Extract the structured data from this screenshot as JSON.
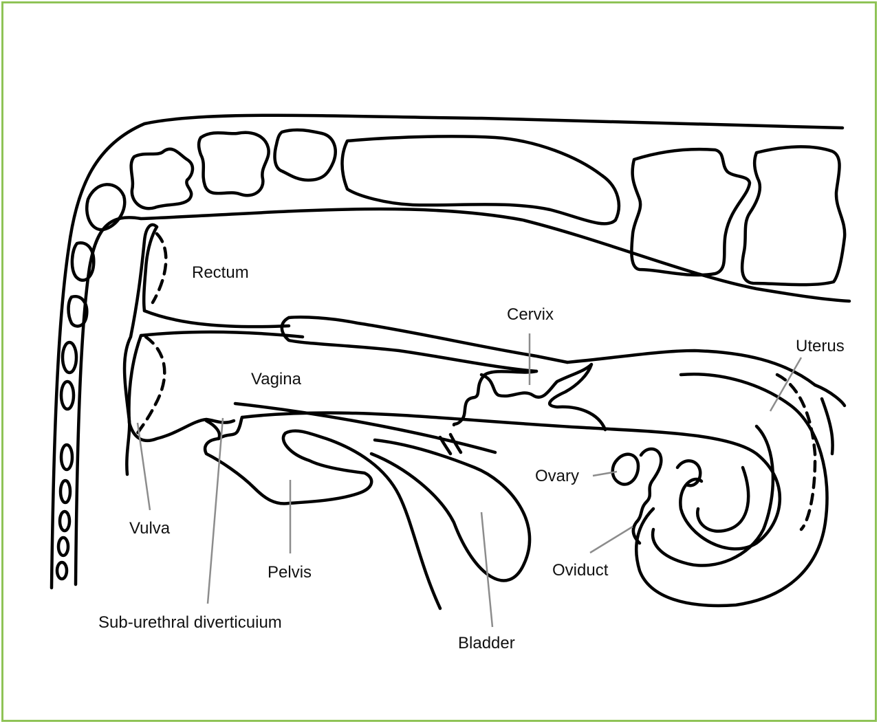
{
  "diagram": {
    "frame_color": "#8fc356",
    "labels": {
      "rectum": "Rectum",
      "cervix": "Cervix",
      "uterus": "Uterus",
      "vagina": "Vagina",
      "ovary": "Ovary",
      "vulva": "Vulva",
      "oviduct": "Oviduct",
      "pelvis": "Pelvis",
      "sub_urethral": "Sub-urethral diverticuium",
      "bladder": "Bladder"
    }
  }
}
